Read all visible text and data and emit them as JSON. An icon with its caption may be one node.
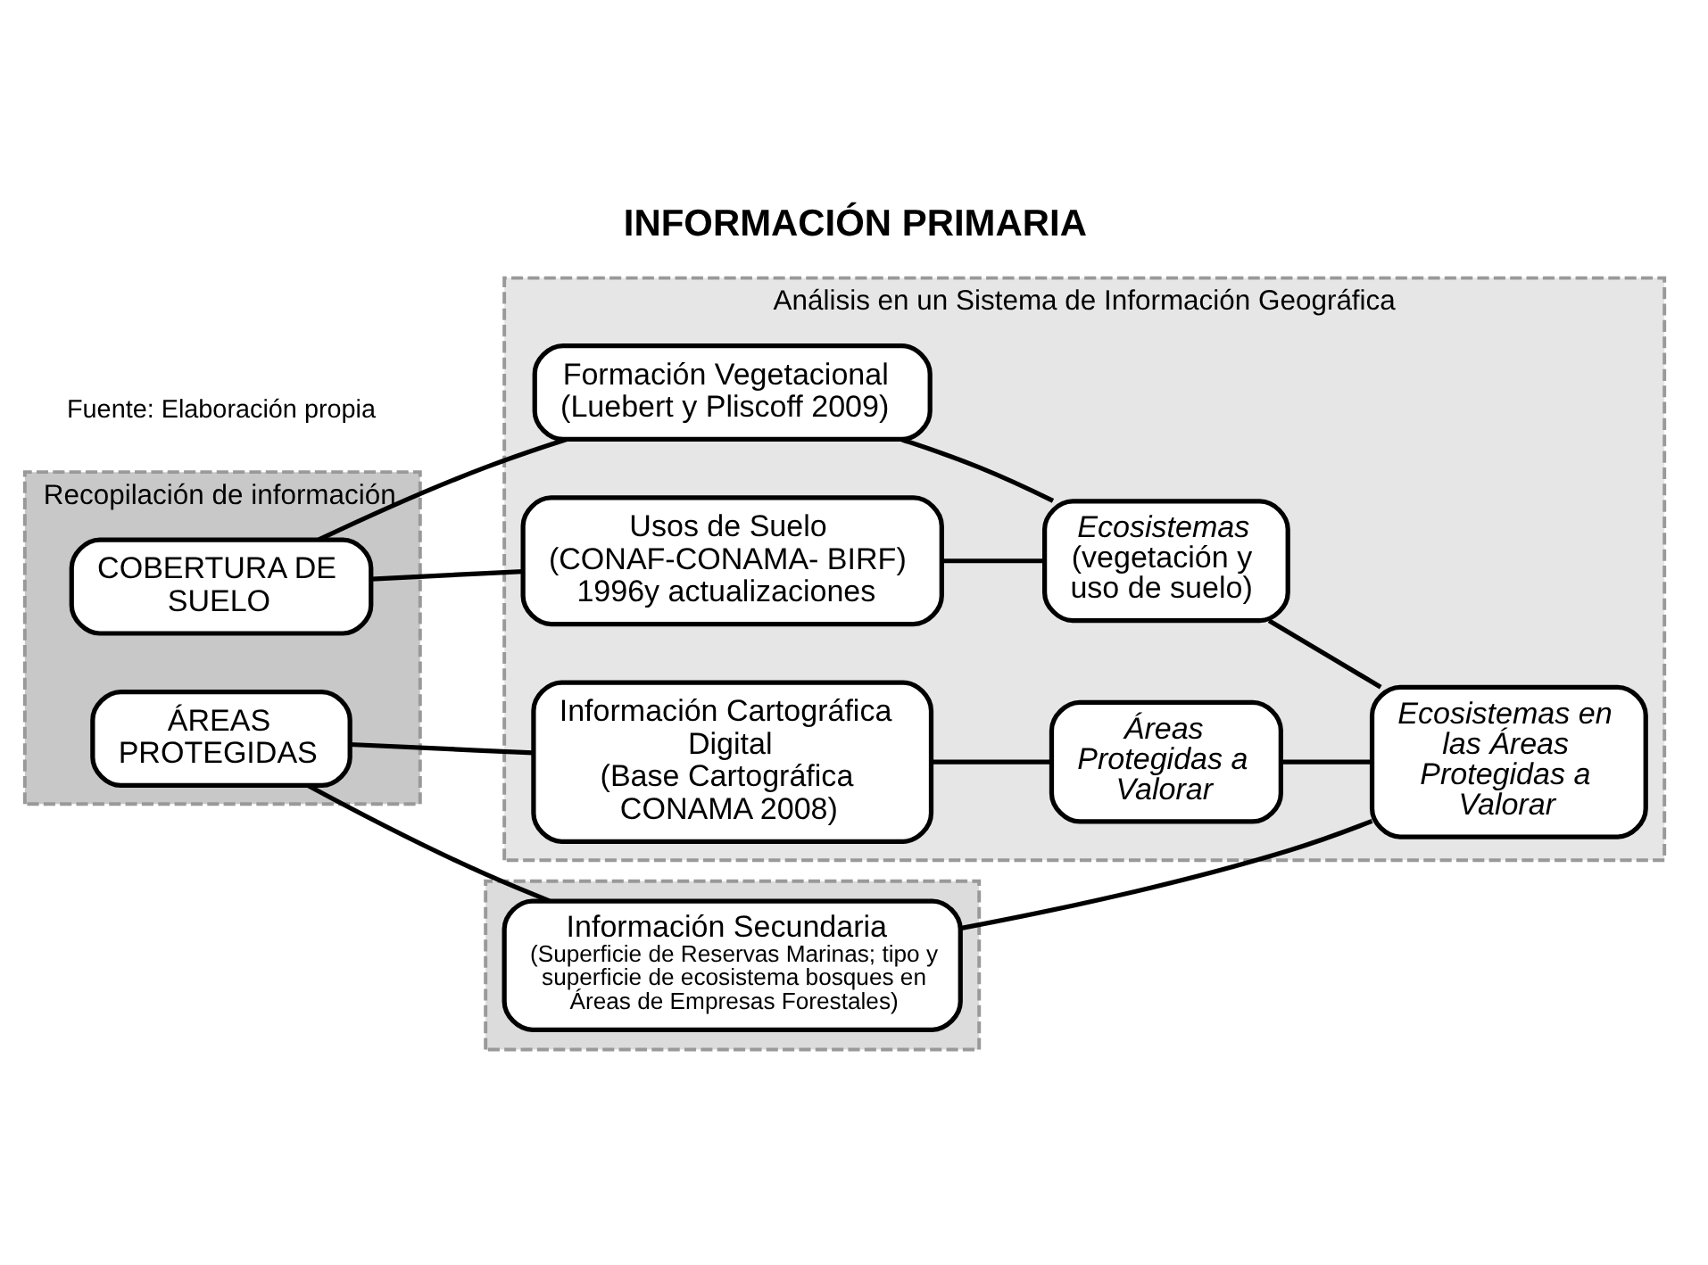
{
  "diagram": {
    "title": "INFORMACIÓN PRIMARIA",
    "caption": "Fuente: Elaboración propia",
    "nodes": [
      {
        "text": [
          "Recopilación de información"
        ]
      },
      {
        "text": [
          "ÁREAS PROTEGIDAS"
        ],
        "in": 0
      },
      {
        "text": [
          "COBERTURA DE SUELO"
        ],
        "in": 0
      },
      {
        "text": [],
        "shape": "box"
      },
      {
        "text": [
          "Información Secundaria",
          "(Superficie de Reservas Marinas; tipo y superficie de ecosistema bosques en Áreas de Empresas Forestales)"
        ],
        "in": 3
      },
      {
        "text": [
          "Análisis en un Sistema de Información Geográfica"
        ]
      },
      {
        "text": [
          "Información Cartográfica Digital",
          "(Base Cartográfica CONAMA 2008)"
        ],
        "in": 5
      },
      {
        "text": [
          "Áreas Protegidas a Valorar"
        ],
        "in": 5
      },
      {
        "text": [
          "Formación Vegetacional",
          "(Luebert y Pliscoff 2009)"
        ],
        "in": 5
      },
      {
        "text": [
          "Usos de Suelo",
          "(CONAF-CONAMA- BIRF) 1996y actualizaciones"
        ],
        "in": 5
      },
      {
        "text": [
          "Ecosistemas",
          "(vegetación y uso de suelo)"
        ],
        "in": 5
      },
      {
        "text": [
          "Ecosistemas en las Áreas Protegidas a Valorar"
        ],
        "in": 5
      }
    ],
    "edges": [
      {
        "from": 1,
        "to": 4,
        "arrow": "none"
      },
      {
        "from": 1,
        "to": 6,
        "arrow": "none"
      },
      {
        "from": 6,
        "to": 7,
        "arrow": "none"
      },
      {
        "from": 4,
        "to": 11,
        "arrow": "none"
      },
      {
        "from": 7,
        "to": 11,
        "arrow": "none"
      },
      {
        "from": 2,
        "to": 8,
        "arrow": "none"
      },
      {
        "from": 2,
        "to": 9,
        "arrow": "none"
      },
      {
        "from": 8,
        "to": 10,
        "arrow": "none"
      },
      {
        "from": 9,
        "to": 10,
        "arrow": "none"
      },
      {
        "from": 10,
        "to": 11,
        "arrow": "none"
      }
    ]
  }
}
